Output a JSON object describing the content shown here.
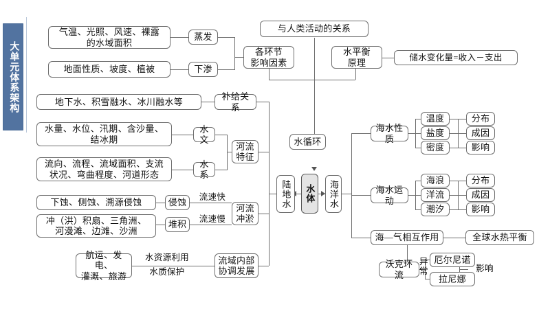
{
  "banner": {
    "label": "大单元体系架构"
  },
  "nodes": {
    "evap_factors": "气温、光照、风速、裸露\n的水域面积",
    "infil_factors": "地面性质、坡度、植被",
    "evaporation": "蒸发",
    "infiltration": "下渗",
    "links_factors": "各环节\n影响因素",
    "human_relation": "与人类活动的关系",
    "water_balance": "水平衡\n原理",
    "balance_formula": "储水变化量=收入－支出",
    "supply_sources": "地下水、积雪融水、冰川融水等",
    "supply_relation": "补给关系",
    "hydrology_items": "水量、水位、汛期、含沙量、\n结冰期",
    "hydrology": "水文",
    "drainage_items": "流向、流程、流域面积、支流\n状况、弯曲程度、河道形态",
    "drainage": "水系",
    "river_features": "河流\n特征",
    "erosion_items": "下蚀、侧蚀、溯源侵蚀",
    "erosion": "侵蚀",
    "deposition_items": "冲（洪）积扇、三角洲、\n河漫滩、边滩、沙洲",
    "deposition": "堆积",
    "fast_flow": "流速快",
    "slow_flow": "流速慢",
    "river_scour": "河流\n冲淤",
    "usage_items": "航运、发电、\n灌溉、旅游",
    "water_use": "水资源利用",
    "water_protect": "水质保护",
    "basin_dev": "流域内部\n协调发展",
    "water_cycle": "水循环",
    "land_water": "陆地水",
    "water_body": "水体",
    "ocean_water": "海洋水",
    "seawater_props": "海水性质",
    "temperature": "温度",
    "salinity": "盐度",
    "density": "密度",
    "dist1": "分布",
    "cause1": "成因",
    "effect1": "影响",
    "seawater_motion": "海水运动",
    "waves": "海浪",
    "currents": "洋流",
    "tides": "潮汐",
    "dist2": "分布",
    "cause2": "成因",
    "effect2": "影响",
    "air_sea": "海—气相互作用",
    "global_balance": "全球水热平衡",
    "walker": "沃克环流",
    "anomaly": "异\n常",
    "elnino": "厄尔尼诺",
    "lanina": "拉尼娜",
    "influence": "影响"
  },
  "colors": {
    "banner_bg": "#5273a0",
    "line": "#6d6d6d",
    "core_fill": "#e4e4e4",
    "page_bg": "#ffffff"
  }
}
